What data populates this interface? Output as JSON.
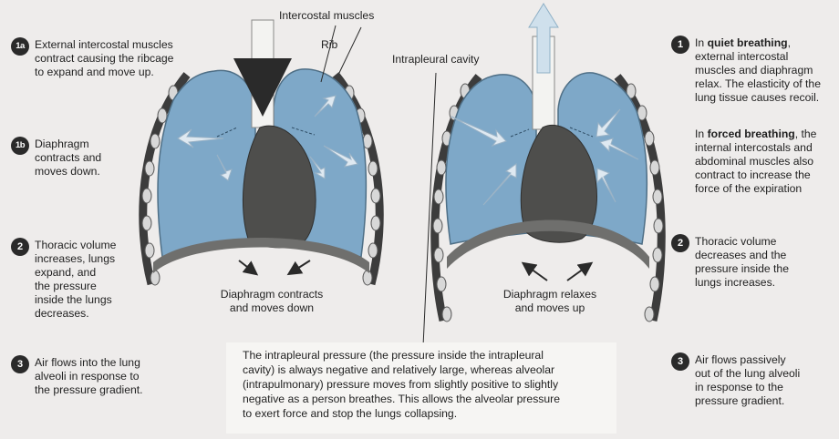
{
  "labels": {
    "intercostal_muscles": "Intercostal muscles",
    "rib": "Rib",
    "intrapleural_cavity": "Intrapleural cavity",
    "diaphragm_contracts": [
      "Diaphragm contracts",
      "and moves down"
    ],
    "diaphragm_relaxes": [
      "Diaphragm relaxes",
      "and moves up"
    ]
  },
  "inspiration_steps": [
    {
      "badge": "1a",
      "lines": [
        "External intercostal muscles",
        "contract causing the ribcage",
        "to expand and move up."
      ]
    },
    {
      "badge": "1b",
      "lines": [
        "Diaphragm",
        "contracts and",
        "moves down."
      ]
    },
    {
      "badge": "2",
      "lines": [
        "Thoracic volume",
        "increases, lungs",
        "expand, and",
        "the pressure",
        "inside the lungs",
        "decreases."
      ]
    },
    {
      "badge": "3",
      "lines": [
        "Air flows into the lung",
        "alveoli in response to",
        "the pressure gradient."
      ]
    }
  ],
  "expiration_steps": [
    {
      "badge": "1",
      "quiet": {
        "pre": "In ",
        "bold": "quiet breathing",
        "post": ",",
        "lines": [
          "external intercostal",
          "muscles and diaphragm",
          "relax. The elasticity of the",
          "lung tissue causes recoil."
        ]
      },
      "forced": {
        "pre": "In ",
        "bold": "forced breathing",
        "post": ", the",
        "lines": [
          "internal intercostals and",
          "abdominal muscles also",
          "contract to increase the",
          "force of the expiration"
        ]
      }
    },
    {
      "badge": "2",
      "lines": [
        "Thoracic volume",
        "decreases and the",
        "pressure inside the",
        "lungs increases."
      ]
    },
    {
      "badge": "3",
      "lines": [
        "Air flows passively",
        "out of the lung alveoli",
        "in response to the",
        "pressure gradient."
      ]
    }
  ],
  "note_lines": [
    "The intrapleural pressure (the pressure inside the intrapleural",
    "cavity) is always negative and relatively large, whereas alveolar",
    "(intrapulmonary) pressure moves from slightly positive to slightly",
    "negative as a person breathes. This allows the alveolar pressure",
    "to exert force and stop the lungs collapsing."
  ],
  "colors": {
    "lung": "#7ea8c8",
    "lung_edge": "#4f6f86",
    "heart": "#4e4e4c",
    "diaphragm": "#6f6f6d",
    "rib": "#d8d8d8",
    "badge": "#2a2a2a",
    "arrow": "#dfe9f1"
  }
}
